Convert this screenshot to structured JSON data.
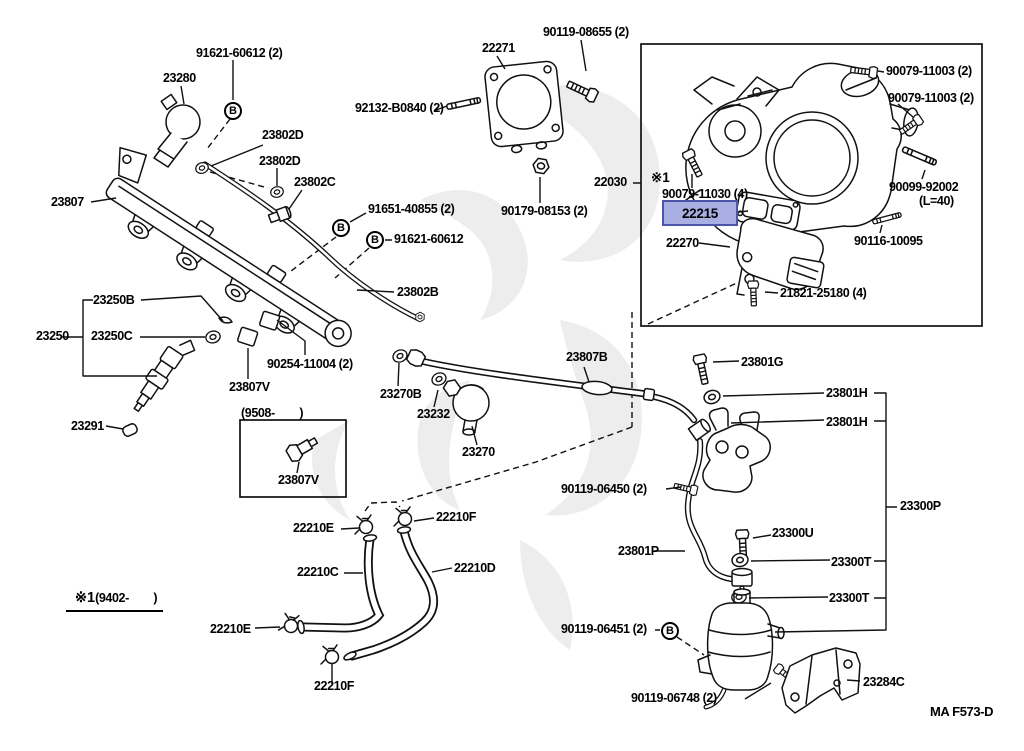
{
  "figure": {
    "code": "MA F573-D",
    "background_color": "#ffffff",
    "line_color": "#111111",
    "watermark_color": "#ededed"
  },
  "highlight": {
    "text": "22215",
    "fill": "#a9aee3",
    "border": "#4d55a8"
  },
  "refs": {
    "mark": "※1",
    "range_note": "(9402-        )",
    "box_note": "(9508-        )",
    "fastener_symbol": "B"
  },
  "callouts": {
    "c91621_60612_2": "91621-60612 (2)",
    "c23280": "23280",
    "c23802D_a": "23802D",
    "c23802D_b": "23802D",
    "c23802C": "23802C",
    "c23807": "23807",
    "c91651_40855_2": "91651-40855 (2)",
    "c91621_60612": "91621-60612",
    "c22271": "22271",
    "c90119_08655_2": "90119-08655 (2)",
    "c92132_B0840_2": "92132-B0840 (2)",
    "c90179_08153_2": "90179-08153 (2)",
    "c22030": "22030",
    "c90079_11030_4": "90079-11030 (4)",
    "c22270": "22270",
    "c90079_11003_2a": "90079-11003 (2)",
    "c90079_11003_2b": "90079-11003 (2)",
    "c90099_92002": "90099-92002",
    "cL40": "(L=40)",
    "c90116_10095": "90116-10095",
    "c21821_25180_4": "21821-25180 (4)",
    "c23802B": "23802B",
    "c23250B": "23250B",
    "c23250": "23250",
    "c23250C": "23250C",
    "c90254_11004_2": "90254-11004 (2)",
    "c23807V_a": "23807V",
    "c23291": "23291",
    "c23807V_b": "23807V",
    "c23270B": "23270B",
    "c23232": "23232",
    "c23270": "23270",
    "c23807B": "23807B",
    "c23801G": "23801G",
    "c23801H_a": "23801H",
    "c23801H_b": "23801H",
    "c23300P": "23300P",
    "c90119_06450_2": "90119-06450 (2)",
    "c22210E_a": "22210E",
    "c22210F_a": "22210F",
    "c22210C": "22210C",
    "c22210D": "22210D",
    "c22210E_b": "22210E",
    "c22210F_b": "22210F",
    "c23801P": "23801P",
    "c23300U": "23300U",
    "c23300T_a": "23300T",
    "c23300T_b": "23300T",
    "c90119_06451_2": "90119-06451 (2)",
    "c90119_06748_2": "90119-06748 (2)",
    "c23284C": "23284C"
  }
}
